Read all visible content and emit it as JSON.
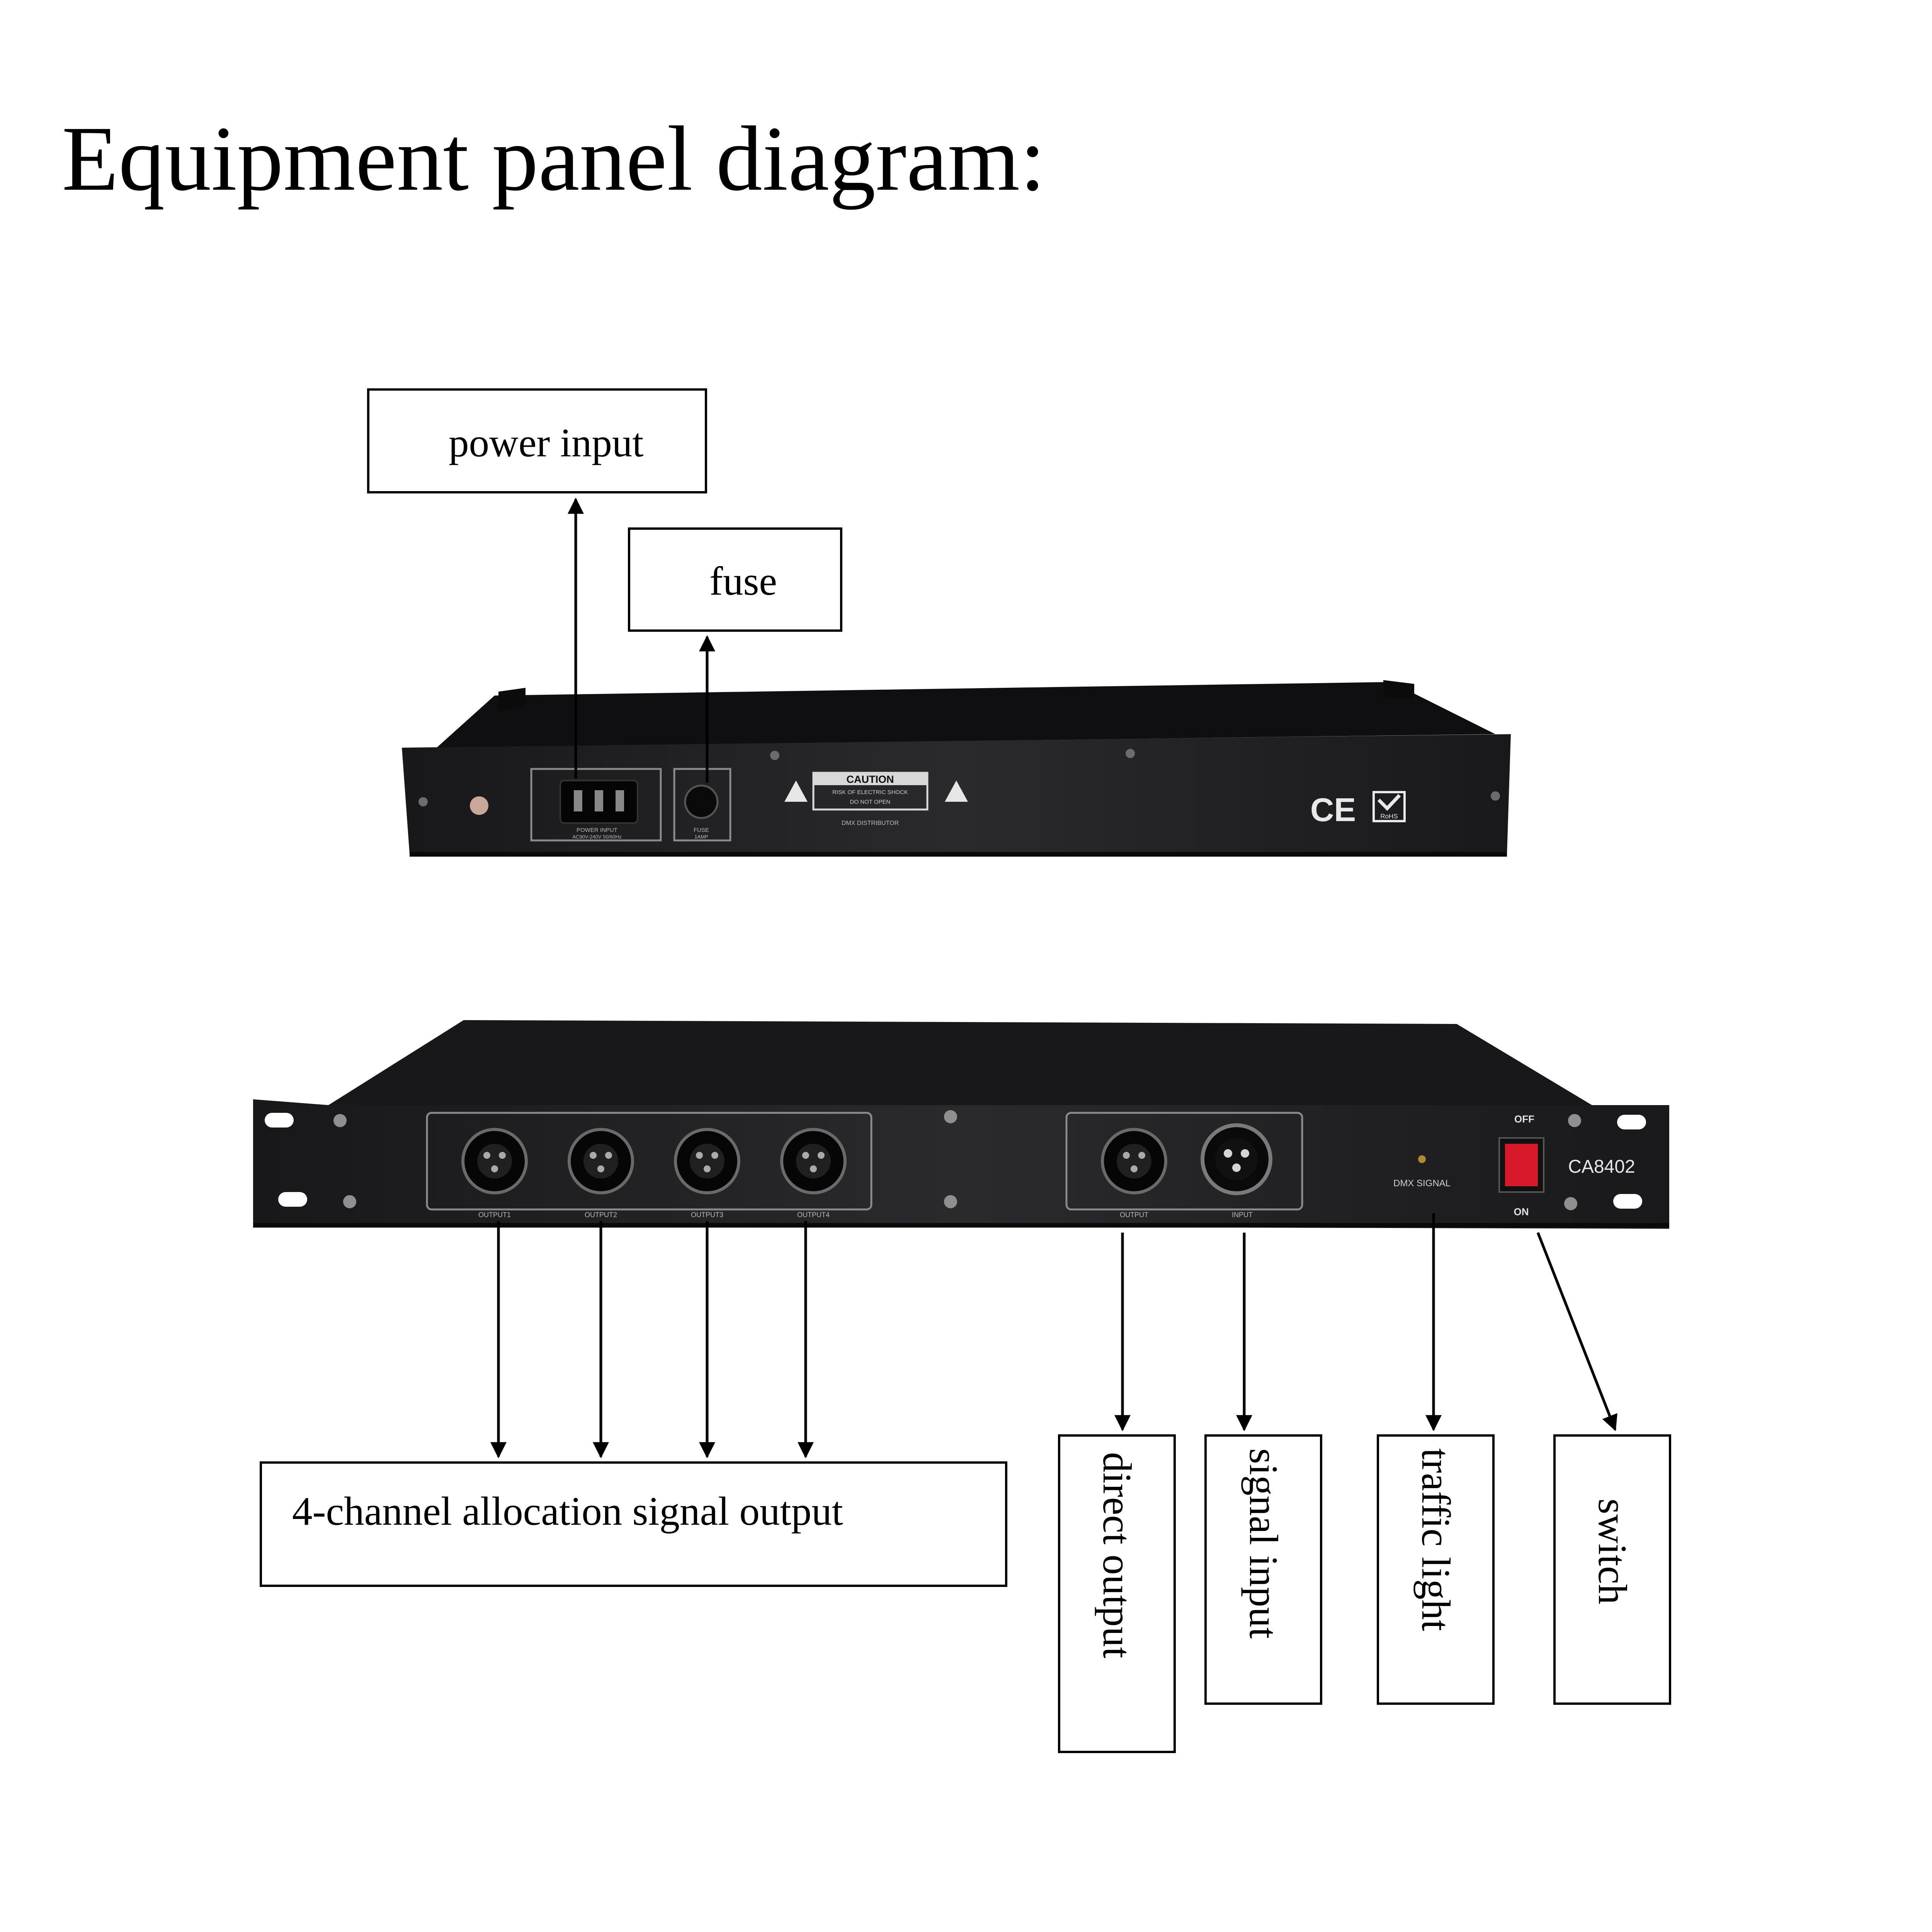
{
  "title": "Equipment panel diagram:",
  "labels": {
    "power_input": "power input",
    "fuse": "fuse",
    "allocation_output": "4-channel allocation signal output",
    "direct_output": "direct output",
    "signal_input": "signal input",
    "traffic_light": "traffic light",
    "switch": "switch"
  },
  "rear_panel": {
    "caution_title": "CAUTION",
    "caution_line1": "RISK OF ELECTRIC SHOCK",
    "caution_line2": "DO NOT OPEN",
    "device_name": "DMX DISTRIBUTOR",
    "power_socket_line1": "POWER INPUT",
    "power_socket_line2": "AC90V-240V 50/60Hz",
    "fuse_line1": "FUSE",
    "fuse_line2": "1AMP",
    "ce_mark": "CE",
    "rohs_mark": "RoHS"
  },
  "front_panel": {
    "model": "CA8402",
    "switch_off": "OFF",
    "switch_on": "ON",
    "indicator_label": "DMX SIGNAL",
    "outputs": [
      "OUTPUT1",
      "OUTPUT2",
      "OUTPUT3",
      "OUTPUT4"
    ],
    "direct_output_label": "OUTPUT",
    "input_label": "INPUT"
  },
  "colors": {
    "panel_face": "#1d1d1f",
    "panel_top": "#121214",
    "switch_red": "#d8192a",
    "arrow": "#000000"
  }
}
